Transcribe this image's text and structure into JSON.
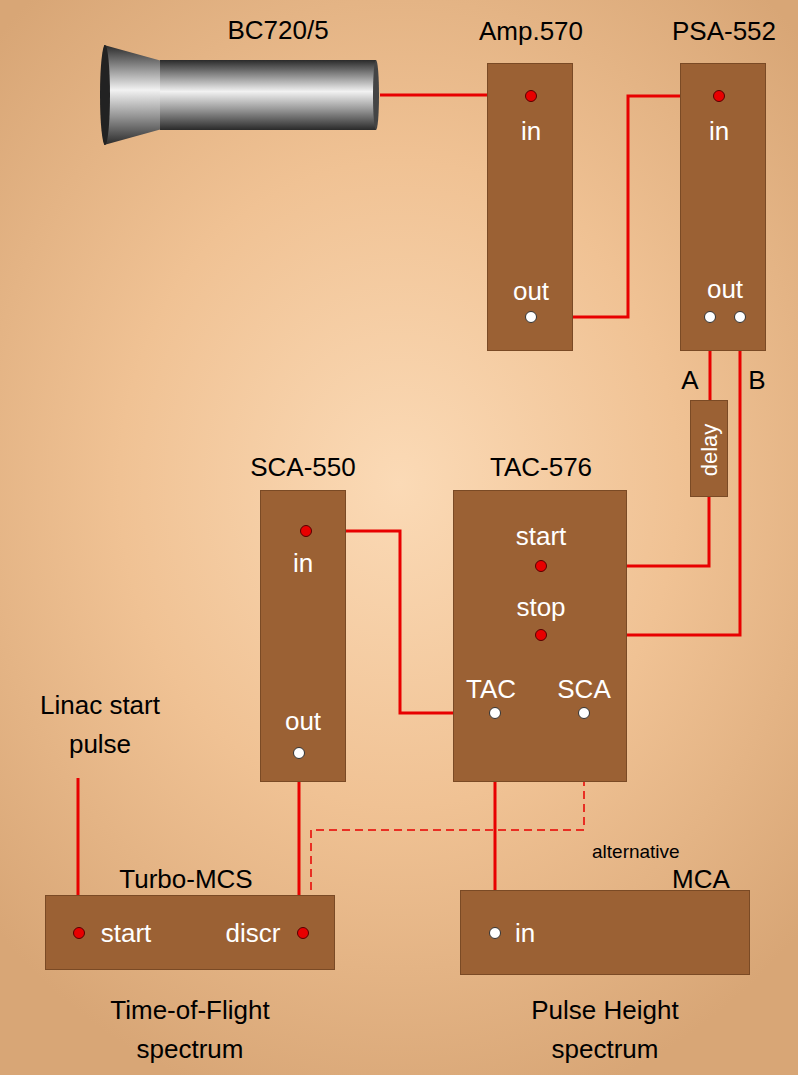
{
  "diagram": {
    "nodes": [
      {
        "text": [
          "BC720/5"
        ]
      },
      {
        "text": [
          "Amp.570"
        ]
      },
      {
        "text": [
          "in"
        ],
        "in": 1
      },
      {
        "text": [
          "out"
        ],
        "in": 1
      },
      {
        "text": [
          "PSA-552"
        ]
      },
      {
        "text": [
          "in"
        ],
        "in": 4
      },
      {
        "text": [
          "out"
        ],
        "in": 4
      },
      {
        "text": [
          "delay"
        ]
      },
      {
        "text": [
          "SCA-550"
        ]
      },
      {
        "text": [
          "in"
        ],
        "in": 8
      },
      {
        "text": [
          "out"
        ],
        "in": 8
      },
      {
        "text": [
          "TAC-576"
        ]
      },
      {
        "text": [
          "start"
        ],
        "in": 11
      },
      {
        "text": [
          "stop"
        ],
        "in": 11
      },
      {
        "text": [
          "TAC"
        ],
        "in": 11
      },
      {
        "text": [
          "SCA"
        ],
        "in": 11
      },
      {
        "text": [
          "Turbo-MCS"
        ]
      },
      {
        "text": [
          "start"
        ],
        "in": 16
      },
      {
        "text": [
          "discr"
        ],
        "in": 16
      },
      {
        "text": [
          "MCA"
        ]
      },
      {
        "text": [
          "in"
        ],
        "in": 19
      }
    ],
    "edges": [
      {
        "from": 0,
        "to": 2,
        "arrow": "none"
      },
      {
        "from": 3,
        "to": 5,
        "arrow": "none"
      },
      {
        "from": 6,
        "to": 7,
        "arrow": "none"
      },
      {
        "from": 7,
        "to": 12,
        "arrow": "none"
      },
      {
        "from": 6,
        "to": 13,
        "arrow": "none"
      },
      {
        "from": 14,
        "to": 9,
        "arrow": "none"
      },
      {
        "from": 10,
        "to": 18,
        "arrow": "none"
      },
      {
        "from": 14,
        "to": 20,
        "arrow": "none"
      },
      {
        "from": 15,
        "to": 18,
        "label": "alternative",
        "arrow": "none"
      }
    ],
    "labels": [
      "A",
      "B",
      "Linac start pulse",
      "Time-of-Flight spectrum",
      "Pulse Height spectrum"
    ]
  }
}
